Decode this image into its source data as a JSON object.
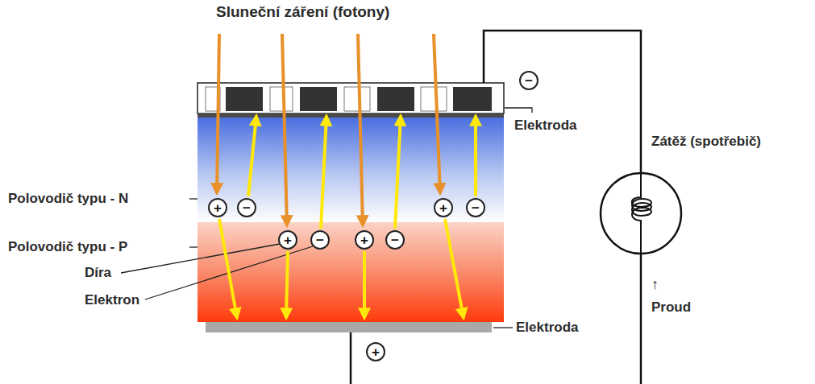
{
  "diagram": {
    "labels": [
      "Sluneční záření (fotony)",
      "−",
      "Elektroda",
      "Zátěž (spotřebič)",
      "Polovodič typu - N",
      "+",
      "−",
      "+",
      "−",
      "+",
      "−",
      "+",
      "−",
      "Polovodič typu - P",
      "Díra",
      "Elektron",
      "↑",
      "Proud",
      "Elektroda",
      "+"
    ]
  }
}
